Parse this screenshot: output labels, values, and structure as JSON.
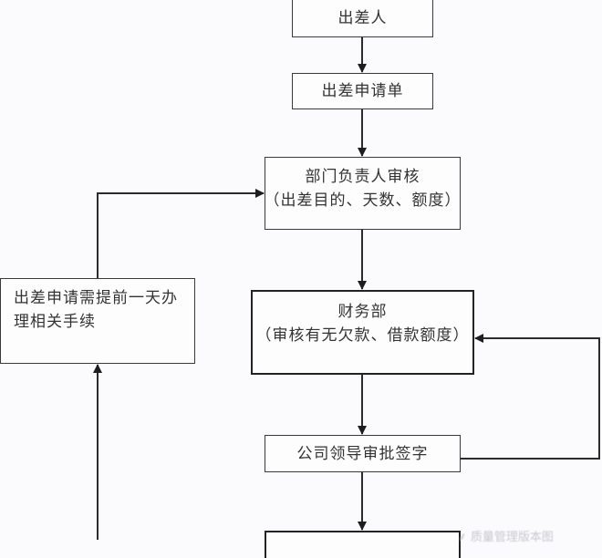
{
  "title": "出差申请审批流程图",
  "nodes": {
    "traveler": {
      "lines": [
        "出差人"
      ]
    },
    "application_form": {
      "lines": [
        "出差申请单"
      ]
    },
    "dept_head_review": {
      "lines": [
        "部门负责人审核",
        "（出差目的、天数、额度）"
      ]
    },
    "finance_dept": {
      "lines": [
        "财务部",
        "（审核有无欠款、借款额度）"
      ]
    },
    "leader_approval": {
      "lines": [
        "公司领导审批签字"
      ]
    },
    "advance_notice": {
      "lines": [
        "出差申请需提前一天办理相关手续"
      ]
    },
    "next_step": {
      "lines": [
        ""
      ]
    }
  },
  "edges": [
    {
      "from": "traveler",
      "to": "application_form"
    },
    {
      "from": "application_form",
      "to": "dept_head_review"
    },
    {
      "from": "dept_head_review",
      "to": "finance_dept"
    },
    {
      "from": "finance_dept",
      "to": "leader_approval"
    },
    {
      "from": "leader_approval",
      "to": "finance_dept",
      "type": "feedback"
    },
    {
      "from": "leader_approval",
      "to": "next_step"
    },
    {
      "from": "advance_notice",
      "to": "dept_head_review"
    },
    {
      "from": "bottom",
      "to": "advance_notice"
    }
  ],
  "watermark": "⸙ 质量管理版本图",
  "colors": {
    "line": "#2b2b2b",
    "background": "#fbfbfd",
    "text": "#333333"
  }
}
